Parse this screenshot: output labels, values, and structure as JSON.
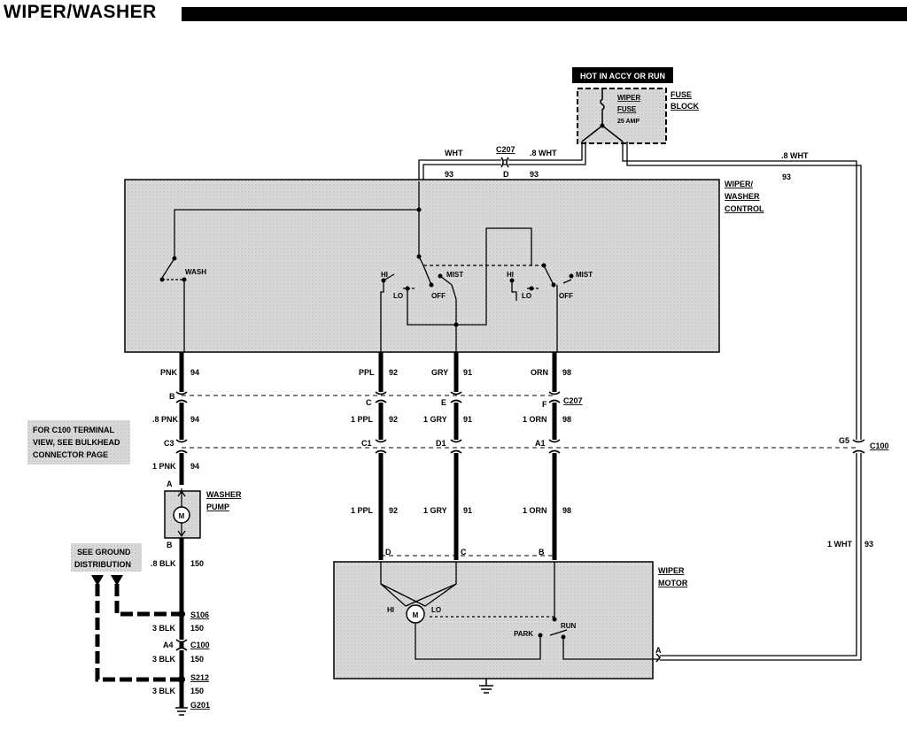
{
  "title": "WIPER/WASHER",
  "power": {
    "hot": "HOT IN ACCY OR RUN"
  },
  "fuse": {
    "name1": "WIPER",
    "name2": "FUSE",
    "rating": "25 AMP",
    "block1": "FUSE",
    "block2": "BLOCK"
  },
  "control": {
    "line1": "WIPER/",
    "line2": "WASHER",
    "line3": "CONTROL",
    "wash": "WASH",
    "hi": "HI",
    "lo": "LO",
    "off": "OFF",
    "mist": "MIST"
  },
  "top_wires": {
    "wht": "WHT",
    "c207": "C207",
    "w8": ".8 WHT",
    "n93a": "93",
    "d": "D",
    "n93b": "93",
    "r8": ".8 WHT",
    "r93": "93"
  },
  "wires": {
    "pnk": "PNK",
    "n94a": "94",
    "ppl": "PPL",
    "n92a": "92",
    "gry": "GRY",
    "n91a": "91",
    "orn": "ORN",
    "n98a": "98",
    "b": "B",
    "c": "C",
    "e": "E",
    "f": "F",
    "c207b": "C207",
    "p8": ".8 PNK",
    "n94b": "94",
    "ppl1": "1 PPL",
    "n92b": "92",
    "gry1": "1 GRY",
    "n91b": "91",
    "orn1": "1 ORN",
    "n98b": "98",
    "c3": "C3",
    "c1": "C1",
    "d1": "D1",
    "a1": "A1",
    "g5": "G5",
    "c100": "C100",
    "p1": "1 PNK",
    "n94c": "94",
    "ppl1b": "1 PPL",
    "n92c": "92",
    "gry1b": "1 GRY",
    "n91c": "91",
    "orn1b": "1 ORN",
    "n98c": "98",
    "wht1": "1 WHT",
    "n93c": "93"
  },
  "notes": {
    "c100_l1": "FOR C100 TERMINAL",
    "c100_l2": "VIEW, SEE BULKHEAD",
    "c100_l3": "CONNECTOR PAGE",
    "gnd_l1": "SEE GROUND",
    "gnd_l2": "DISTRIBUTION"
  },
  "pump": {
    "a": "A",
    "b": "B",
    "m": "M",
    "label1": "WASHER",
    "label2": "PUMP"
  },
  "ground": {
    "blk8": ".8 BLK",
    "n150a": "150",
    "s106": "S106",
    "blk3a": "3 BLK",
    "n150b": "150",
    "a4": "A4",
    "c100": "C100",
    "blk3b": "3 BLK",
    "n150c": "150",
    "s212": "S212",
    "blk3c": "3 BLK",
    "n150d": "150",
    "g201": "G201"
  },
  "motor": {
    "d": "D",
    "c": "C",
    "b": "B",
    "label1": "WIPER",
    "label2": "MOTOR",
    "hi": "HI",
    "lo": "LO",
    "m": "M",
    "park": "PARK",
    "run": "RUN",
    "a": "A"
  }
}
